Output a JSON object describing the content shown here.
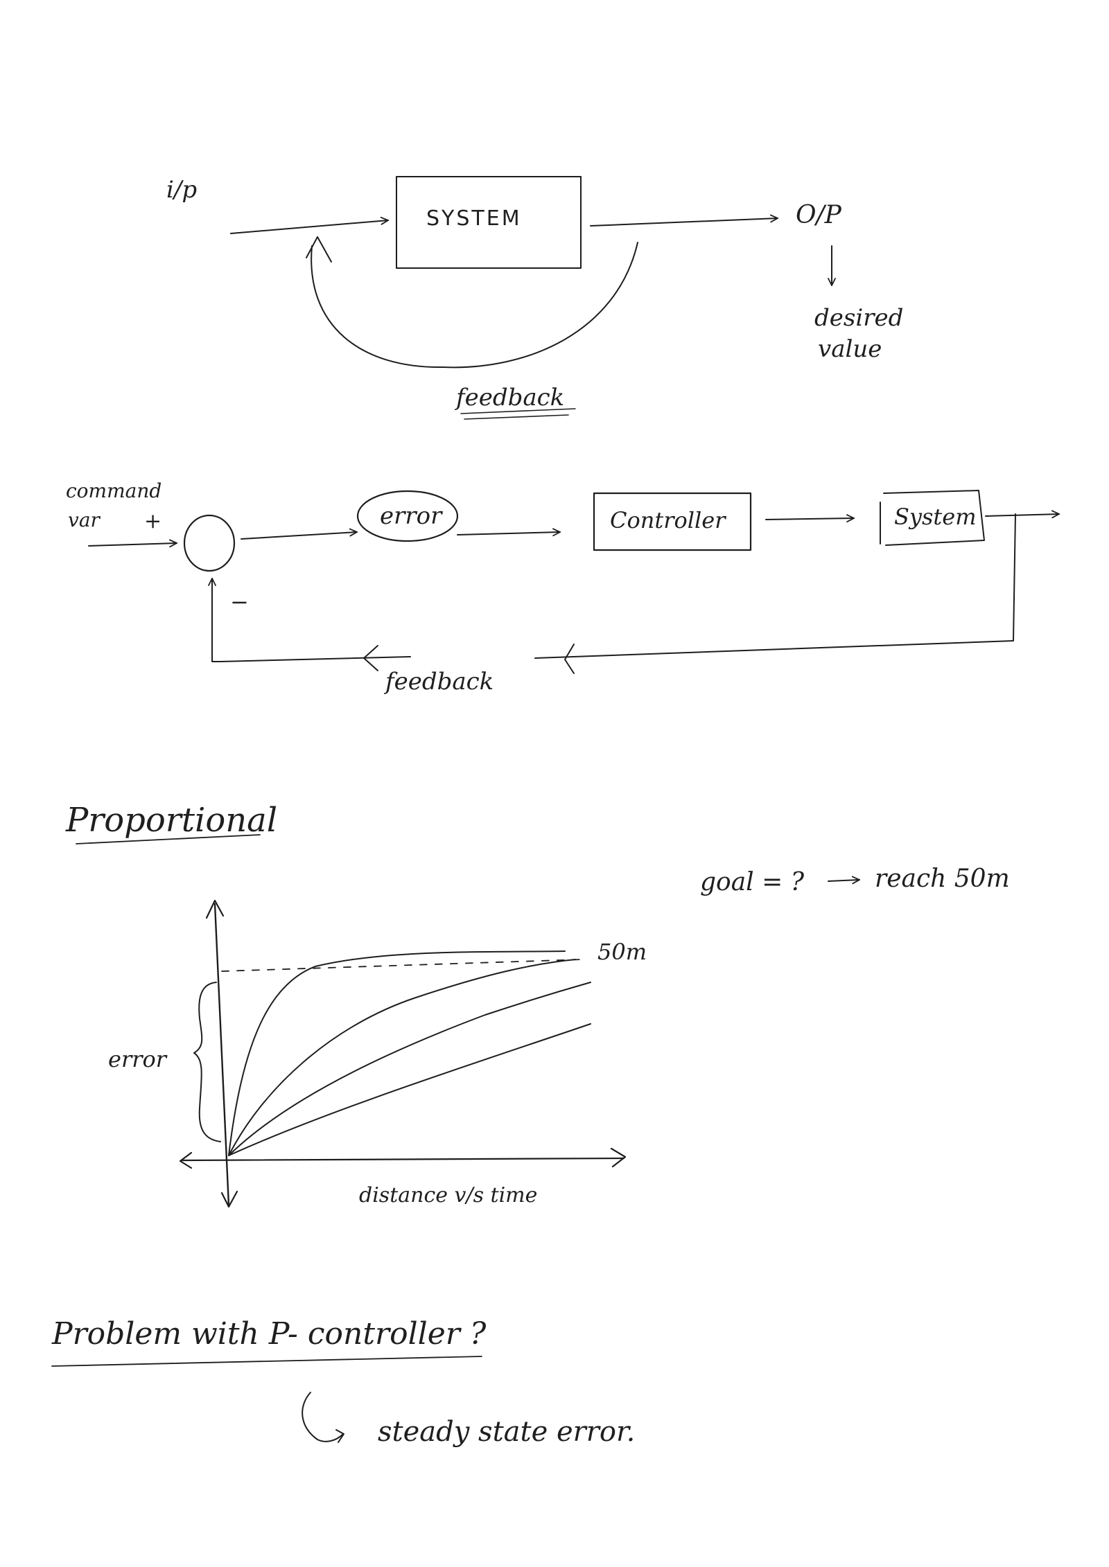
{
  "diagram1": {
    "input_label": "i/p",
    "system_label": "SYSTEM",
    "output_label": "O/P",
    "output_note_line1": "desired",
    "output_note_line2": "value",
    "feedback_label": "feedback"
  },
  "diagram2": {
    "command_label_line1": "command",
    "command_label_line2": "var",
    "plus_sign": "+",
    "minus_sign": "−",
    "error_label": "error",
    "controller_label": "Controller",
    "system_label": "System",
    "feedback_label": "feedback"
  },
  "section_proportional": {
    "heading": "Proportional"
  },
  "graph": {
    "goal_text": "goal = ?",
    "goal_arrow_text": "reach 50m",
    "target_label": "50m",
    "y_label": "error",
    "x_label": "distance v/s time"
  },
  "section_problem": {
    "heading": "Problem with P- controller ?",
    "answer": "steady state error."
  }
}
